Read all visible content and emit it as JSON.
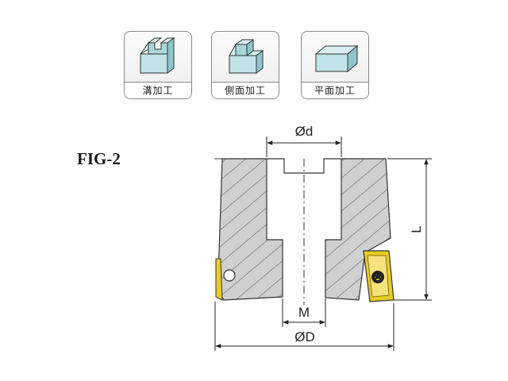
{
  "cards": [
    {
      "label": "溝加工",
      "icon": "slot-groove-icon"
    },
    {
      "label": "側面加工",
      "icon": "side-shoulder-icon"
    },
    {
      "label": "平面加工",
      "icon": "flat-face-icon"
    }
  ],
  "figure": {
    "label": "FIG-2"
  },
  "dimensions": {
    "bore": "Ød",
    "thread": "M",
    "length": "L",
    "diameter": "ØD"
  },
  "colors": {
    "icon_fill": "#bfe3e6",
    "body_fill": "#d0d0d0",
    "insert": "#e8cc28"
  }
}
